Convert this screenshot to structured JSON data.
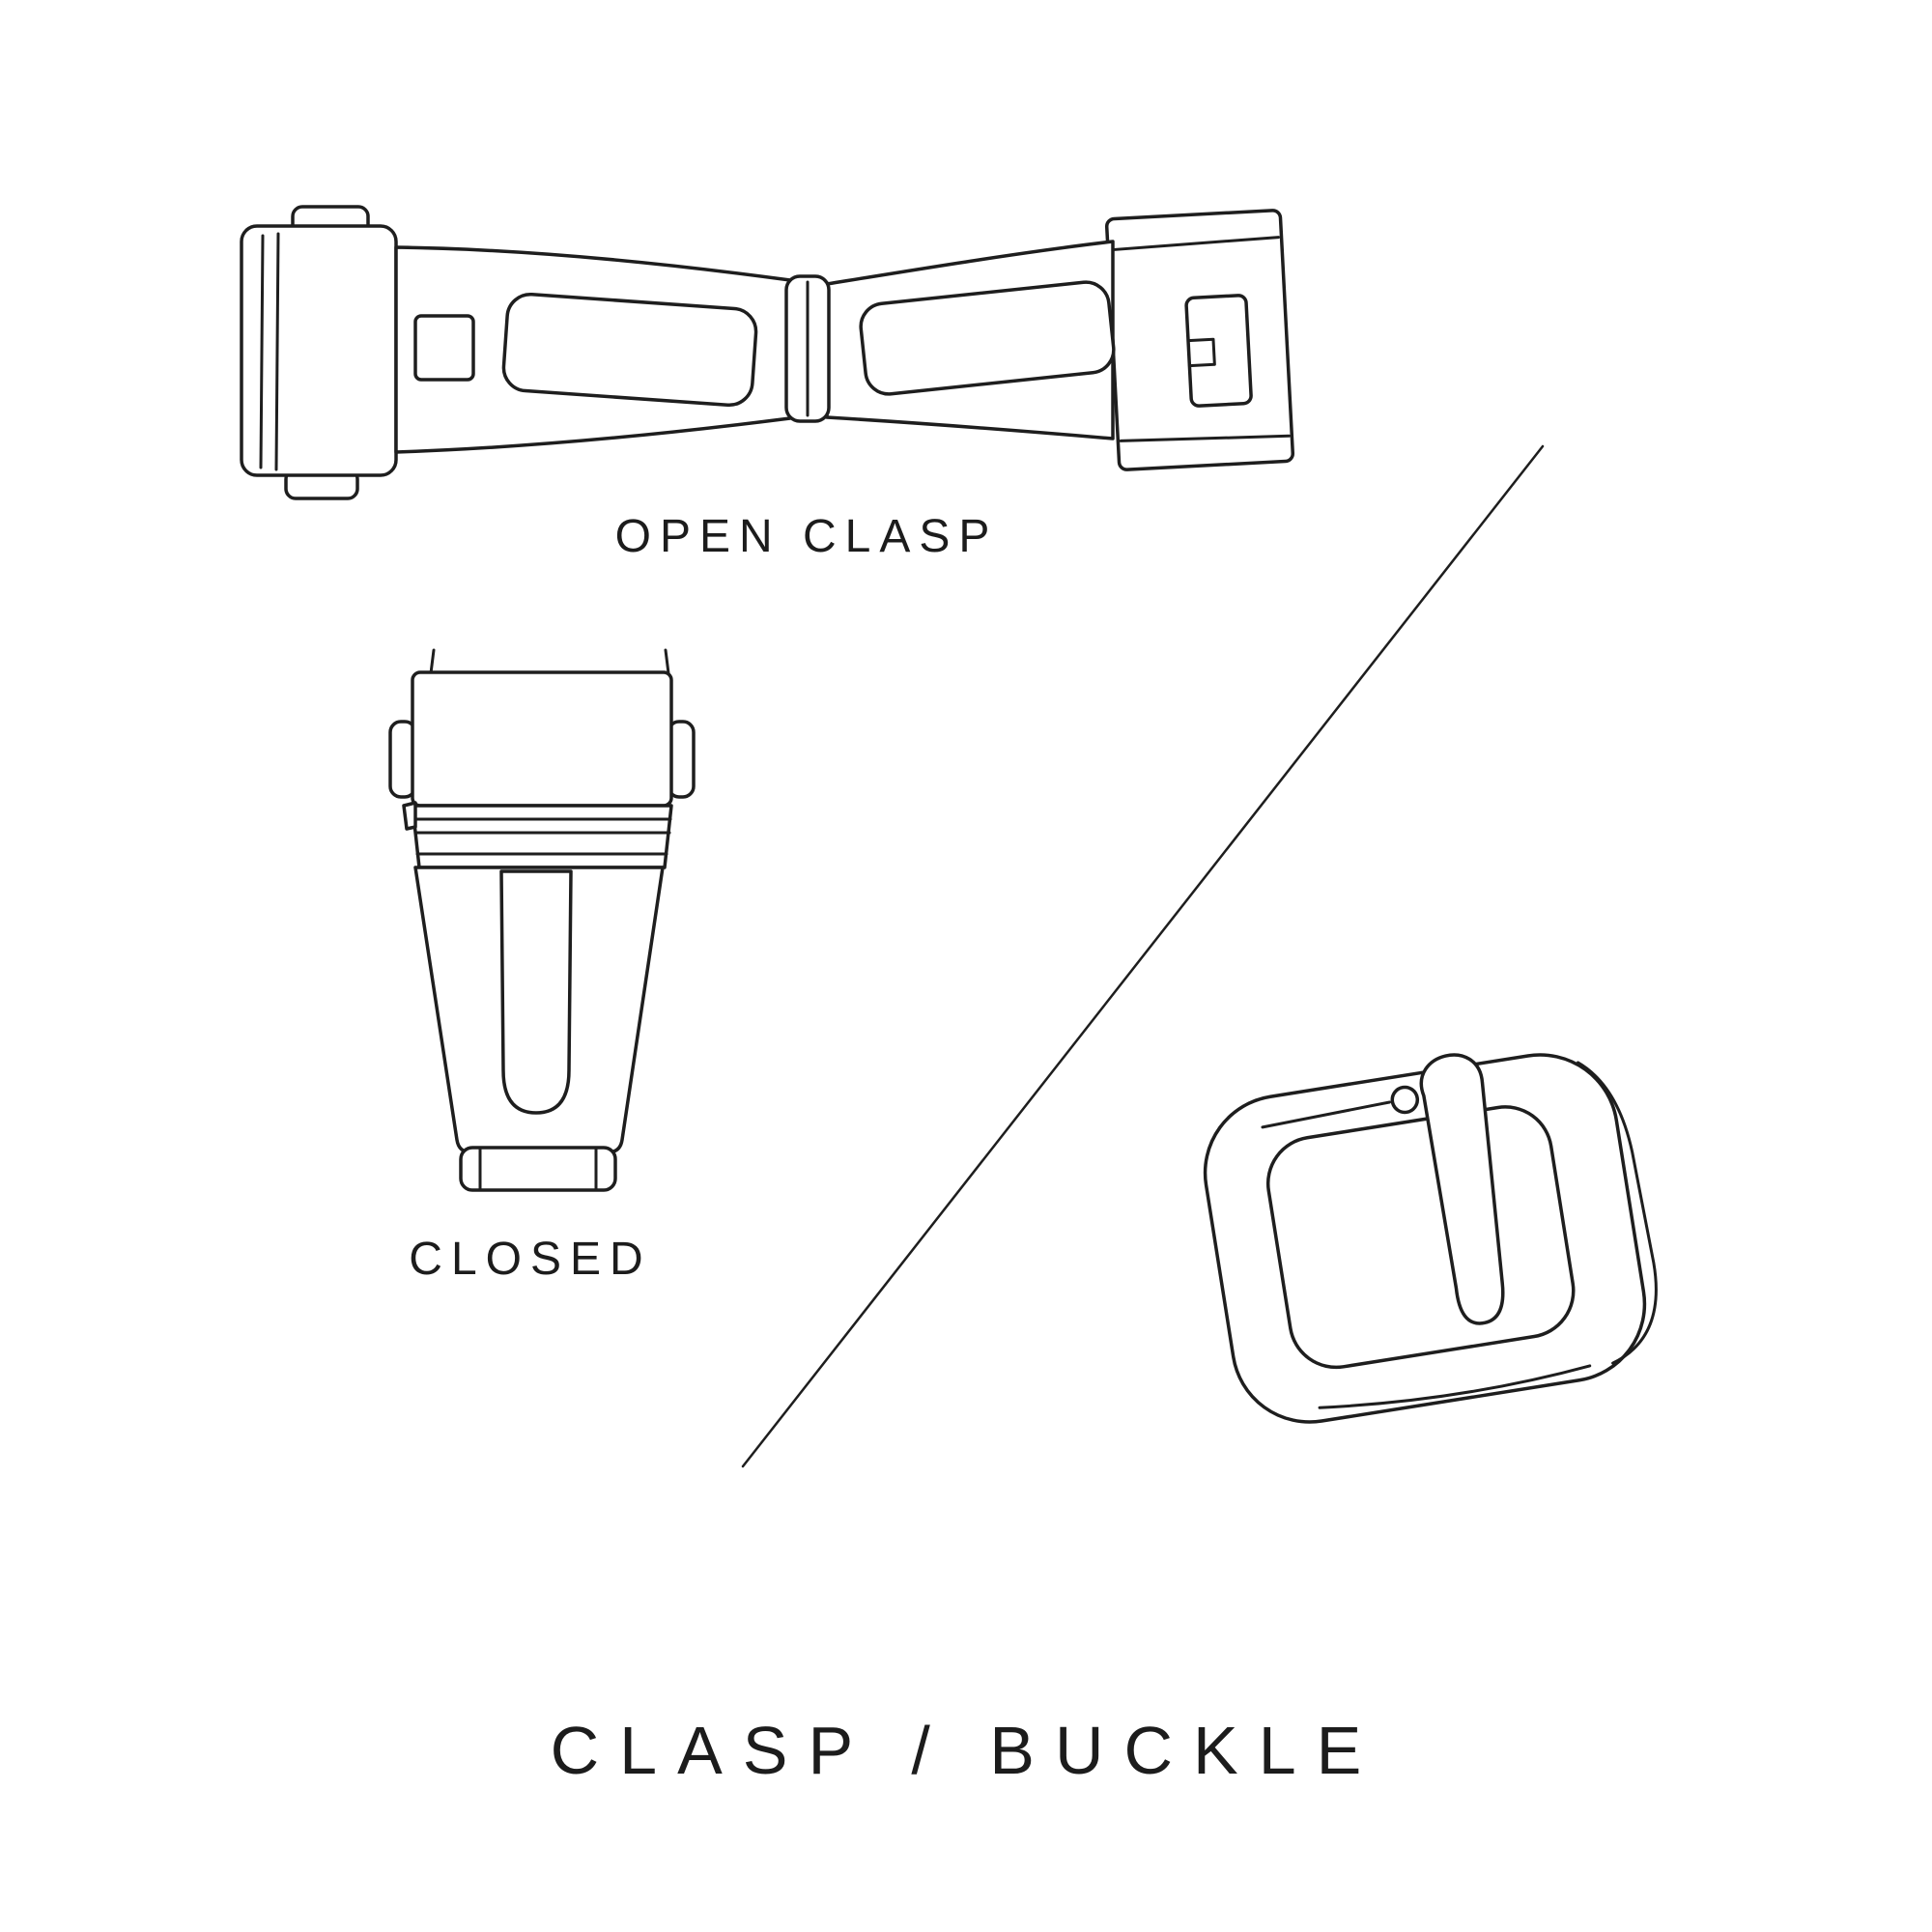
{
  "colors": {
    "bg": "#ffffff",
    "line": "#1e1e1e",
    "text": "#1c1c1c"
  },
  "labels": {
    "open_clasp": "OPEN CLASP",
    "closed": "CLOSED"
  },
  "title": "CLASP / BUCKLE",
  "illustrations": [
    {
      "name": "open-clasp-illustration"
    },
    {
      "name": "closed-clasp-illustration"
    },
    {
      "name": "buckle-illustration"
    },
    {
      "name": "divider-line"
    }
  ]
}
